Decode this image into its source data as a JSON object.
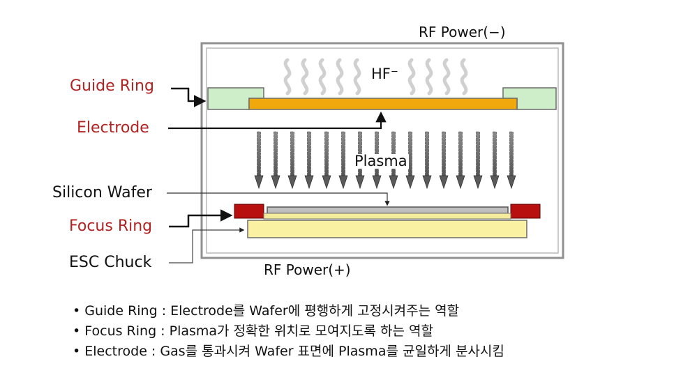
{
  "rf_power_top": "RF Power(−)",
  "rf_power_bottom": "RF Power(+)",
  "inner": {
    "hf": "HF⁻",
    "plasma": "Plasma"
  },
  "labels": {
    "guide_ring": "Guide Ring",
    "electrode": "Electrode",
    "silicon_wafer": "Silicon Wafer",
    "focus_ring": "Focus Ring",
    "esc_chuck": "ESC Chuck"
  },
  "notes": [
    "• Guide Ring : Electrode를 Wafer에 평행하게 고정시켜주는 역할",
    "• Focus Ring : Plasma가 정확한 위치로 모여지도록 하는 역할",
    "• Electrode : Gas를 통과시켜 Wafer 표면에 Plasma를 균일하게 분사시킴"
  ],
  "colors": {
    "guide_ring": "#cdeec9",
    "electrode": "#f0a80c",
    "focus_ring": "#b80f0f",
    "chuck": "#fbf1a2",
    "wafer": "#bfbfbf",
    "chamber": "#909090",
    "label_red": "#b22222"
  }
}
